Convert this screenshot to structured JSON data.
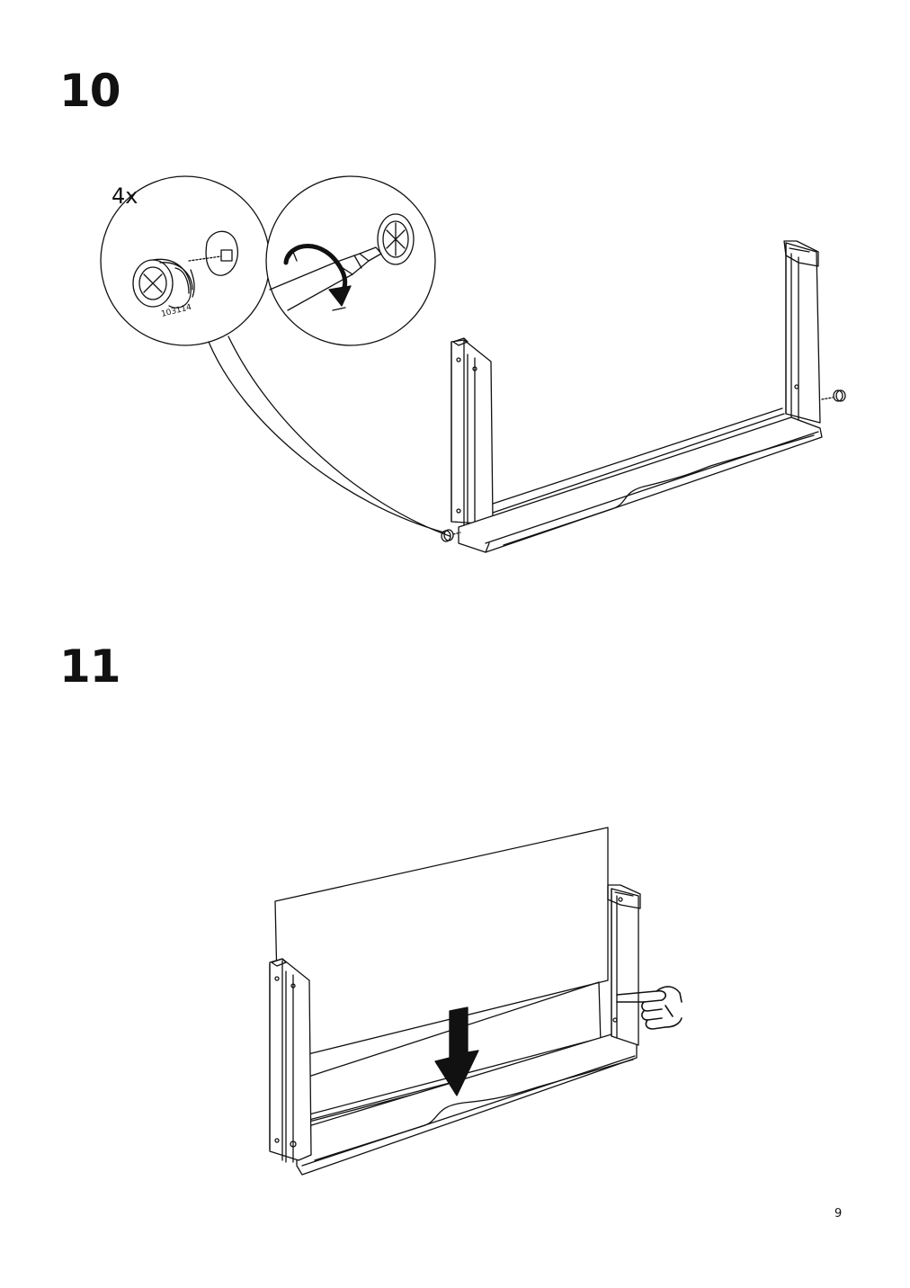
{
  "steps": [
    {
      "number": "10",
      "quantity_label": "4x",
      "part_number": "103114"
    },
    {
      "number": "11"
    }
  ],
  "page_number": "9"
}
